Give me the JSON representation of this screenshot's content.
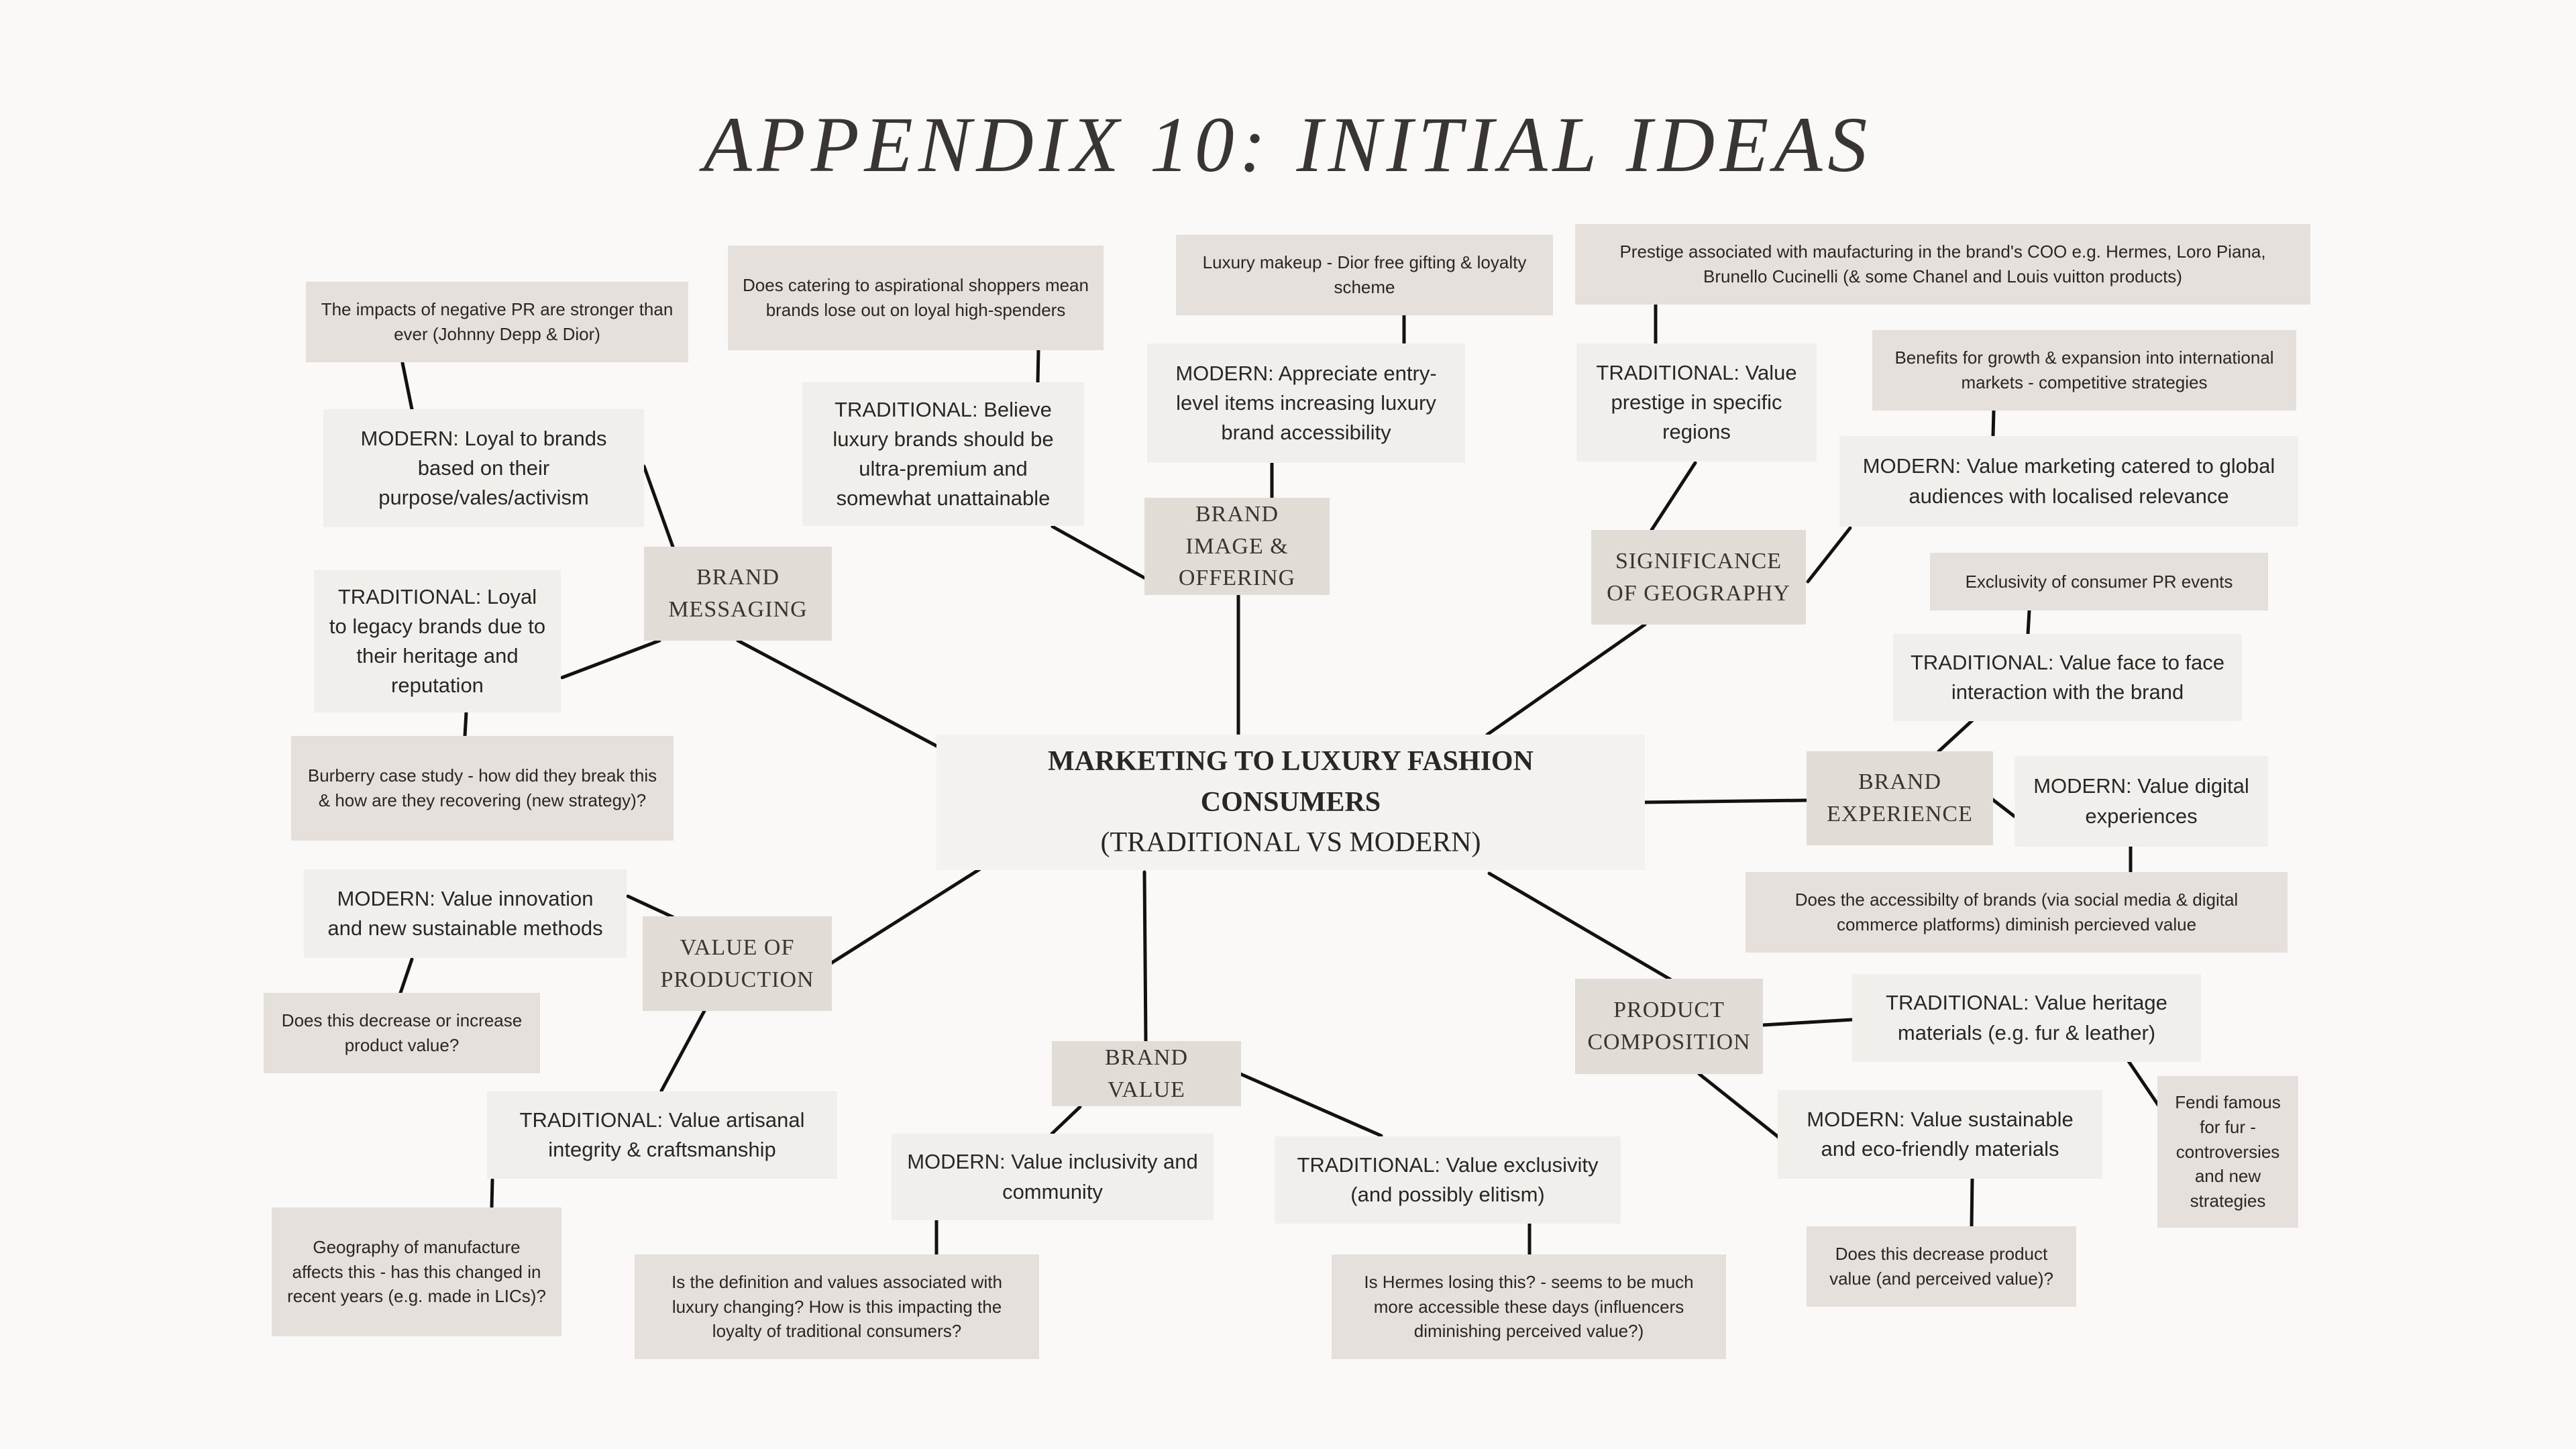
{
  "title": "APPENDIX 10: INITIAL IDEAS",
  "center": {
    "line1": "MARKETING TO LUXURY FASHION",
    "line2": "CONSUMERS",
    "line3": "(TRADITIONAL VS MODERN)"
  },
  "categories": {
    "brand_messaging": "BRAND MESSAGING",
    "brand_image": "BRAND IMAGE & OFFERING",
    "geography": "SIGNIFICANCE OF GEOGRAPHY",
    "brand_experience": "BRAND EXPERIENCE",
    "product_composition": "PRODUCT COMPOSITION",
    "brand_value": "BRAND VALUE",
    "value_of_production": "VALUE OF PRODUCTION"
  },
  "items": {
    "bm_modern": "MODERN: Loyal to brands based on their purpose/vales/activism",
    "bm_traditional": "TRADITIONAL: Loyal to legacy brands due to their heritage and reputation",
    "bi_traditional": "TRADITIONAL: Believe luxury brands should be ultra-premium and somewhat unattainable",
    "bi_modern": "MODERN: Appreciate entry-level items increasing luxury brand accessibility",
    "geo_traditional": "TRADITIONAL: Value prestige in specific regions",
    "geo_modern": "MODERN: Value marketing catered to global audiences with localised relevance",
    "be_traditional": "TRADITIONAL: Value face to face interaction with the brand",
    "be_modern": "MODERN: Value digital experiences",
    "pc_traditional": "TRADITIONAL: Value heritage materials (e.g. fur & leather)",
    "pc_modern": "MODERN: Value sustainable and eco-friendly materials",
    "bv_modern": "MODERN: Value inclusivity and community",
    "bv_traditional": "TRADITIONAL: Value exclusivity (and possibly elitism)",
    "vp_modern": "MODERN: Value innovation and new sustainable methods",
    "vp_traditional": "TRADITIONAL: Value artisanal integrity & craftsmanship"
  },
  "notes": {
    "negative_pr": "The impacts of negative PR are stronger than ever (Johnny Depp & Dior)",
    "burberry": "Burberry case study - how did they break this & how are they recovering (new strategy)?",
    "aspirational": "Does catering to aspirational shoppers mean brands lose out on loyal high-spenders",
    "dior_makeup": "Luxury makeup - Dior free gifting & loyalty scheme",
    "prestige_coo": "Prestige associated with maufacturing in the brand's COO e.g. Hermes, Loro Piana, Brunello Cucinelli (& some Chanel and Louis vuitton products)",
    "growth_intl": "Benefits for growth & expansion into international markets - competitive strategies",
    "pr_events": "Exclusivity of consumer PR events",
    "accessibility": "Does the accessibilty of brands (via social media & digital commerce platforms) diminish percieved value",
    "fendi": "Fendi famous for fur - controversies and new strategies",
    "sust_decrease": "Does this decrease product value (and perceived value)?",
    "hermes": "Is Hermes losing this? - seems to be much more accessible these days (influencers diminishing perceived value?)",
    "definition": "Is the definition and values associated with luxury changing? How is this impacting the loyalty of traditional consumers?",
    "decrease_increase": "Does this decrease or increase product value?",
    "geography_manufacture": "Geography of manufacture affects this - has this changed in recent years (e.g. made in LICs)?"
  }
}
